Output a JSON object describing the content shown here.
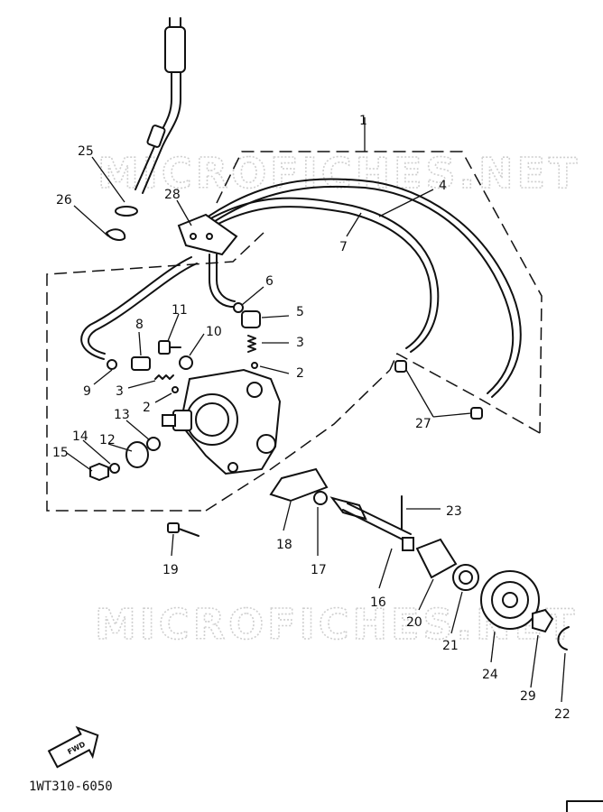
{
  "watermark": "MICROFICHES.NET",
  "diagram_code": "1WT310-6050",
  "fwd_label": "FWD",
  "callouts": [
    {
      "id": "c1",
      "text": "1"
    },
    {
      "id": "c2a",
      "text": "2"
    },
    {
      "id": "c2b",
      "text": "2"
    },
    {
      "id": "c3a",
      "text": "3"
    },
    {
      "id": "c3b",
      "text": "3"
    },
    {
      "id": "c4",
      "text": "4"
    },
    {
      "id": "c5",
      "text": "5"
    },
    {
      "id": "c6",
      "text": "6"
    },
    {
      "id": "c7",
      "text": "7"
    },
    {
      "id": "c8",
      "text": "8"
    },
    {
      "id": "c9",
      "text": "9"
    },
    {
      "id": "c10",
      "text": "10"
    },
    {
      "id": "c11",
      "text": "11"
    },
    {
      "id": "c12",
      "text": "12"
    },
    {
      "id": "c13",
      "text": "13"
    },
    {
      "id": "c14",
      "text": "14"
    },
    {
      "id": "c15",
      "text": "15"
    },
    {
      "id": "c16",
      "text": "16"
    },
    {
      "id": "c17",
      "text": "17"
    },
    {
      "id": "c18",
      "text": "18"
    },
    {
      "id": "c19",
      "text": "19"
    },
    {
      "id": "c20",
      "text": "20"
    },
    {
      "id": "c21",
      "text": "21"
    },
    {
      "id": "c22",
      "text": "22"
    },
    {
      "id": "c23",
      "text": "23"
    },
    {
      "id": "c24",
      "text": "24"
    },
    {
      "id": "c25",
      "text": "25"
    },
    {
      "id": "c26",
      "text": "26"
    },
    {
      "id": "c27",
      "text": "27"
    },
    {
      "id": "c28",
      "text": "28"
    },
    {
      "id": "c29",
      "text": "29"
    }
  ]
}
